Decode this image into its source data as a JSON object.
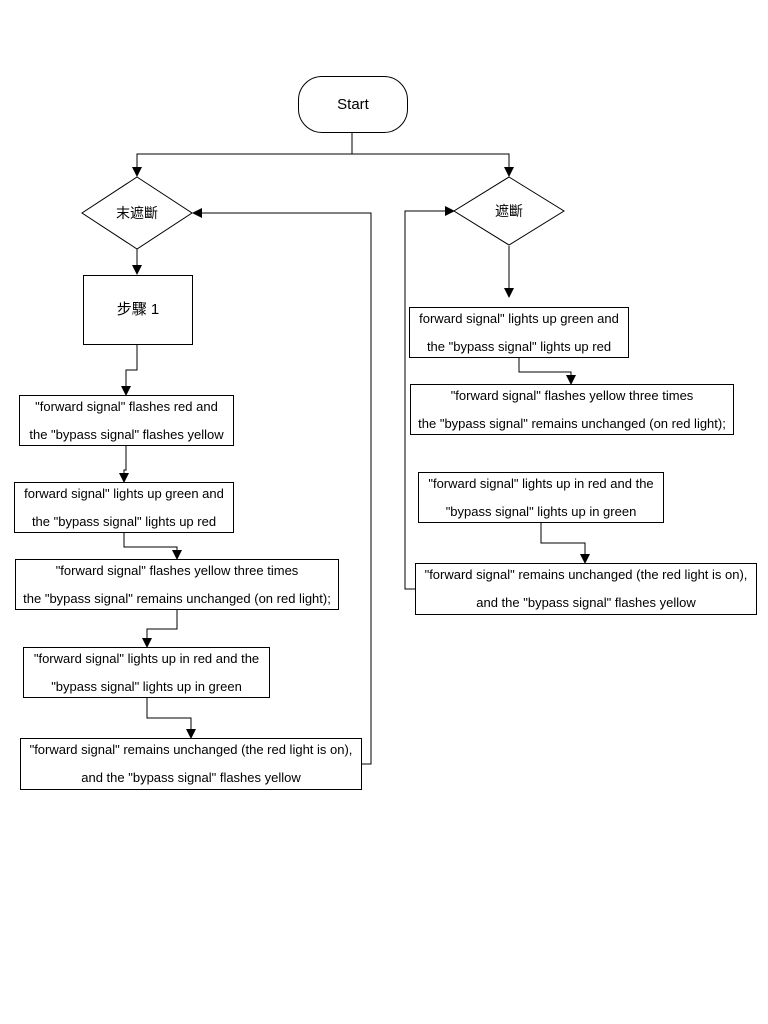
{
  "start": {
    "label": "Start"
  },
  "left_branch": {
    "decision": "末遮斷",
    "step": "步驟 1",
    "boxes": [
      {
        "line1": "\"forward signal\" flashes red and",
        "line2": "the \"bypass signal\" flashes yellow"
      },
      {
        "line1": "forward signal\" lights up green and",
        "line2": "the \"bypass signal\" lights up red"
      },
      {
        "line1": "\"forward signal\" flashes yellow three times",
        "line2": "the \"bypass signal\" remains unchanged (on red light);"
      },
      {
        "line1": "\"forward signal\" lights up in red and the",
        "line2": "\"bypass signal\" lights up in green"
      },
      {
        "line1": "\"forward signal\" remains unchanged (the red light is on),",
        "line2": "and the \"bypass signal\" flashes yellow"
      }
    ]
  },
  "right_branch": {
    "decision": "遮斷",
    "boxes": [
      {
        "line1": "forward signal\" lights up green and",
        "line2": "the \"bypass signal\" lights up red"
      },
      {
        "line1": "\"forward signal\" flashes yellow three times",
        "line2": "the \"bypass signal\" remains unchanged (on red light);"
      },
      {
        "line1": "\"forward signal\" lights up in red and the",
        "line2": "\"bypass signal\" lights up in green"
      },
      {
        "line1": "\"forward signal\" remains unchanged (the red light is on),",
        "line2": "and the \"bypass signal\" flashes yellow"
      }
    ]
  },
  "colors": {
    "stroke": "#000000",
    "fill": "#ffffff"
  }
}
